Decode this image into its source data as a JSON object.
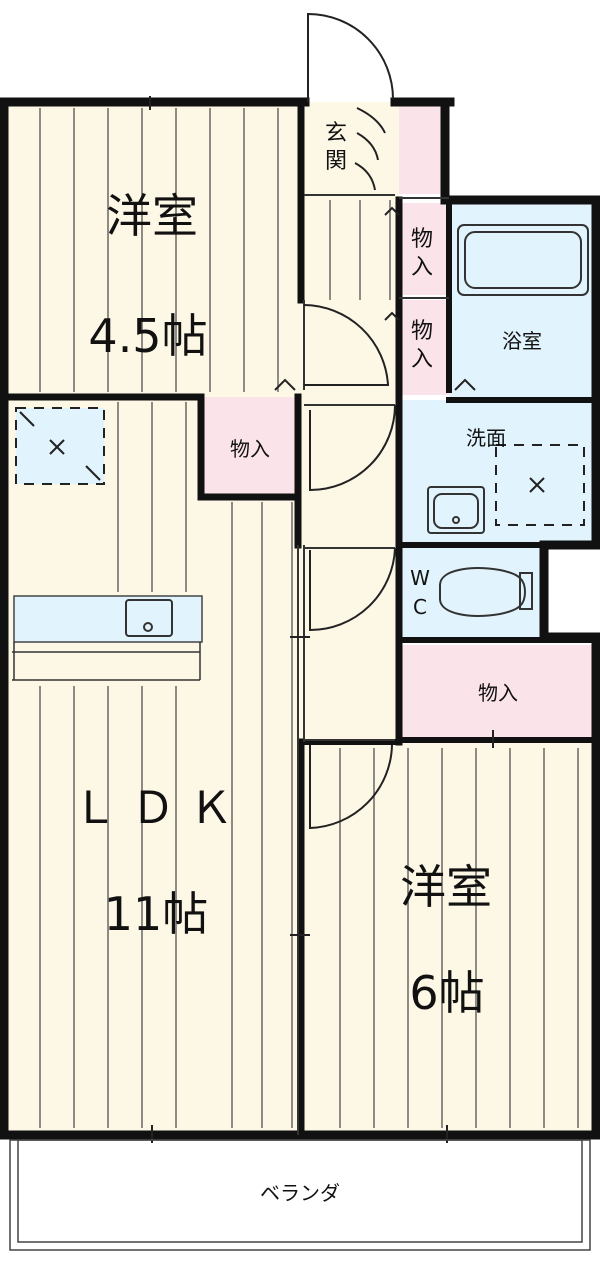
{
  "rooms": {
    "western_room_top": {
      "name": "洋室",
      "size": "4.5帖"
    },
    "ldk": {
      "name": "ＬＤＫ",
      "size": "11帖"
    },
    "western_room_bottom": {
      "name": "洋室",
      "size": "6帖"
    },
    "entrance": {
      "line1": "玄",
      "line2": "関"
    },
    "bath": "浴室",
    "washroom": "洗面",
    "toilet": {
      "line1": "W",
      "line2": "C"
    },
    "veranda": "ベランダ"
  },
  "storage": {
    "label": "物入",
    "vertical_line1": "物",
    "vertical_line2": "入"
  },
  "colors": {
    "floor": "#fdf7e6",
    "floor_lines": "#444444",
    "wet_area": "#e1f3fc",
    "storage": "#fbe3ea",
    "wall": "#111111"
  }
}
